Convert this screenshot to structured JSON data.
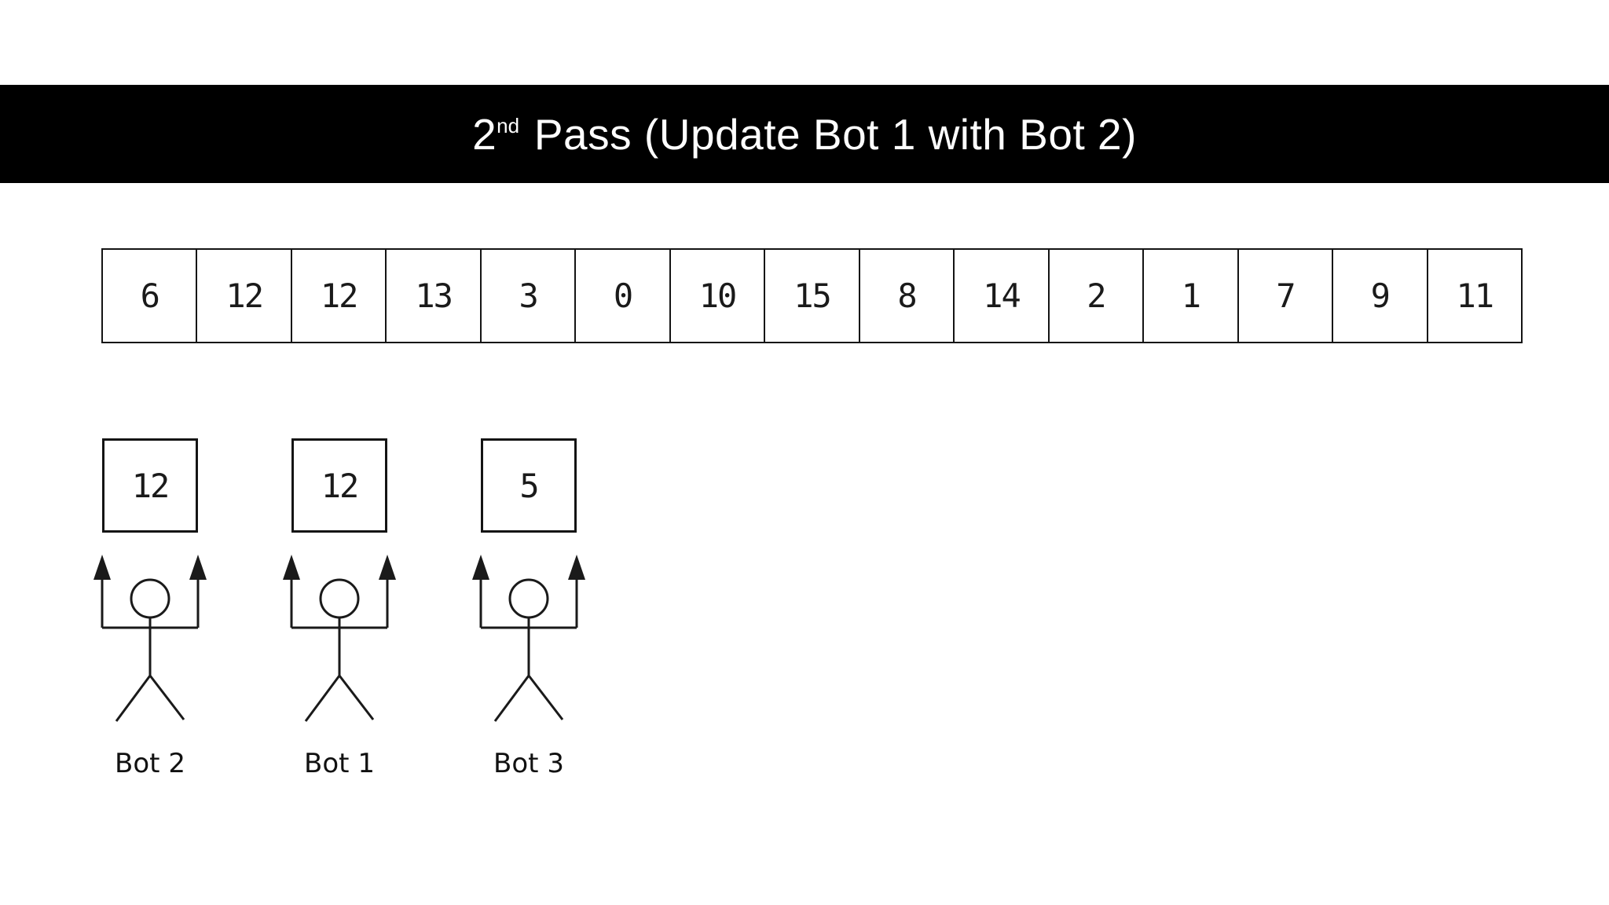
{
  "title": {
    "number": "2",
    "ordinal_suffix": "nd",
    "rest": " Pass (Update Bot 1 with Bot 2)"
  },
  "array": {
    "cells": [
      "6",
      "12",
      "12",
      "13",
      "3",
      "0",
      "10",
      "15",
      "8",
      "14",
      "2",
      "1",
      "7",
      "9",
      "11"
    ]
  },
  "bots": [
    {
      "label": "Bot 2",
      "value": "12"
    },
    {
      "label": "Bot 1",
      "value": "12"
    },
    {
      "label": "Bot 3",
      "value": "5"
    }
  ],
  "colors": {
    "banner_background": "#000000",
    "banner_text": "#ffffff",
    "line": "#141414",
    "page_background": "#ffffff"
  }
}
